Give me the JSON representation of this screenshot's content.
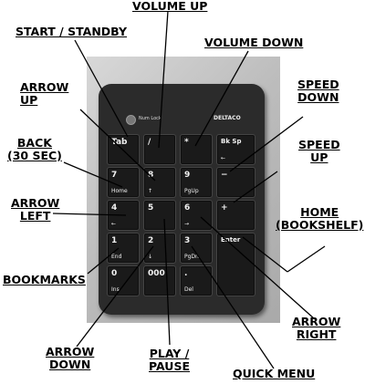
{
  "labels": {
    "volume_up": "VOLUME UP",
    "start_standby": "START / STANDBY",
    "volume_down": "VOLUME DOWN",
    "arrow_up": [
      "ARROW",
      "UP"
    ],
    "speed_down": [
      "SPEED",
      "DOWN"
    ],
    "back": [
      "BACK",
      "(30 SEC)"
    ],
    "speed_up": [
      "SPEED",
      "UP"
    ],
    "arrow_left": [
      "ARROW",
      "LEFT"
    ],
    "home": [
      "HOME",
      "(BOOKSHELF)"
    ],
    "bookmarks": "BOOKMARKS",
    "arrow_right": [
      "ARROW",
      "RIGHT"
    ],
    "arrow_down": [
      "ARROW",
      "DOWN"
    ],
    "play_pause": [
      "PLAY /",
      "PAUSE"
    ],
    "quick_menu": "QUICK MENU"
  },
  "keypad": {
    "brand": "DELTACO",
    "numlock": "Num Lock",
    "keys": {
      "tab": {
        "main": "Tab",
        "sub": ""
      },
      "slash": {
        "main": "/",
        "sub": ""
      },
      "star": {
        "main": "*",
        "sub": ""
      },
      "bksp": {
        "main": "Bk Sp",
        "sub": "←"
      },
      "k7": {
        "main": "7",
        "sub": "Home"
      },
      "k8": {
        "main": "8",
        "sub": "↑"
      },
      "k9": {
        "main": "9",
        "sub": "PgUp"
      },
      "minus": {
        "main": "−",
        "sub": ""
      },
      "k4": {
        "main": "4",
        "sub": "←"
      },
      "k5": {
        "main": "5",
        "sub": ""
      },
      "k6": {
        "main": "6",
        "sub": "→"
      },
      "plus": {
        "main": "+",
        "sub": ""
      },
      "k1": {
        "main": "1",
        "sub": "End"
      },
      "k2": {
        "main": "2",
        "sub": "↓"
      },
      "k3": {
        "main": "3",
        "sub": "PgDn"
      },
      "enter": {
        "main": "Enter",
        "sub": ""
      },
      "k0": {
        "main": "0",
        "sub": "Ins"
      },
      "k000": {
        "main": "000",
        "sub": ""
      },
      "dot": {
        "main": ".",
        "sub": "Del"
      }
    }
  }
}
